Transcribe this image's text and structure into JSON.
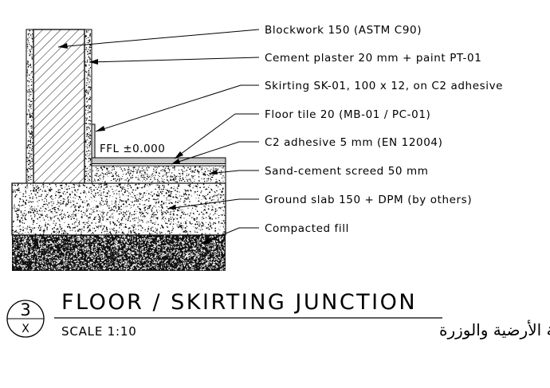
{
  "detail": {
    "number": "3",
    "sheet": "X",
    "title": "FLOOR / SKIRTING JUNCTION",
    "scale": "SCALE 1:10",
    "title_arabic": "تفصيلة الأرضية والوزرة"
  },
  "level_mark": "FFL ±0.000",
  "callouts": [
    {
      "id": "blockwork",
      "text": "Blockwork 150 (ASTM C90)"
    },
    {
      "id": "plaster",
      "text": "Cement plaster 20 mm + paint PT-01"
    },
    {
      "id": "skirting",
      "text": "Skirting SK-01, 100 x 12, on C2 adhesive"
    },
    {
      "id": "tile",
      "text": "Floor tile 20 (MB-01 / PC-01)"
    },
    {
      "id": "adhesive",
      "text": "C2 adhesive 5 mm (EN 12004)"
    },
    {
      "id": "screed",
      "text": "Sand-cement screed 50 mm"
    },
    {
      "id": "slab",
      "text": "Ground slab 150 + DPM (by others)"
    },
    {
      "id": "fill",
      "text": "Compacted fill"
    }
  ]
}
